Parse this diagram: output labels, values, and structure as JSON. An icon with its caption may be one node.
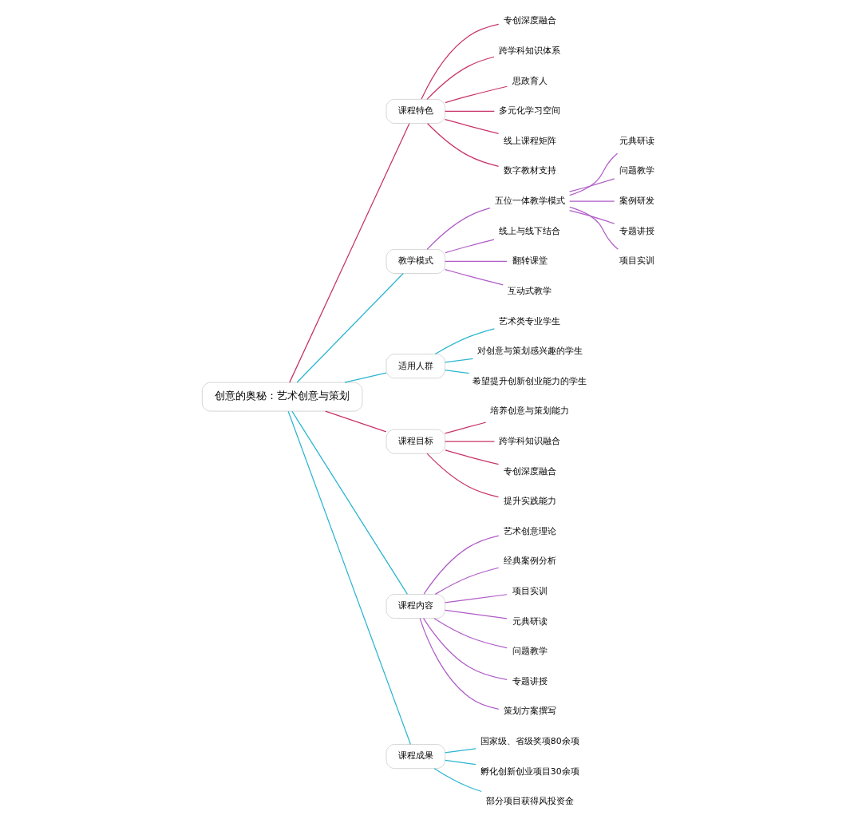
{
  "diagram": {
    "nodes": [
      {
        "text": [
          "创意的奥秘：艺术创意与策划"
        ]
      },
      {
        "text": [
          "课程特色"
        ]
      },
      {
        "text": [
          "专创深度融合"
        ]
      },
      {
        "text": [
          "跨学科知识体系"
        ]
      },
      {
        "text": [
          "思政育人"
        ]
      },
      {
        "text": [
          "多元化学习空间"
        ]
      },
      {
        "text": [
          "线上课程矩阵"
        ]
      },
      {
        "text": [
          "数字教材支持"
        ]
      },
      {
        "text": [
          "教学模式"
        ]
      },
      {
        "text": [
          "五位一体教学模式"
        ]
      },
      {
        "text": [
          "元典研读"
        ]
      },
      {
        "text": [
          "问题教学"
        ]
      },
      {
        "text": [
          "案例研发"
        ]
      },
      {
        "text": [
          "专题讲授"
        ]
      },
      {
        "text": [
          "项目实训"
        ]
      },
      {
        "text": [
          "线上与线下结合"
        ]
      },
      {
        "text": [
          "翻转课堂"
        ]
      },
      {
        "text": [
          "互动式教学"
        ]
      },
      {
        "text": [
          "适用人群"
        ]
      },
      {
        "text": [
          "艺术类专业学生"
        ]
      },
      {
        "text": [
          "对创意与策划感兴趣的学生"
        ]
      },
      {
        "text": [
          "希望提升创新创业能力的学生"
        ]
      },
      {
        "text": [
          "课程目标"
        ]
      },
      {
        "text": [
          "培养创意与策划能力"
        ]
      },
      {
        "text": [
          "跨学科知识融合"
        ]
      },
      {
        "text": [
          "专创深度融合"
        ]
      },
      {
        "text": [
          "提升实践能力"
        ]
      },
      {
        "text": [
          "课程内容"
        ]
      },
      {
        "text": [
          "艺术创意理论"
        ]
      },
      {
        "text": [
          "经典案例分析"
        ]
      },
      {
        "text": [
          "项目实训"
        ]
      },
      {
        "text": [
          "元典研读"
        ]
      },
      {
        "text": [
          "问题教学"
        ]
      },
      {
        "text": [
          "专题讲授"
        ]
      },
      {
        "text": [
          "策划方案撰写"
        ]
      },
      {
        "text": [
          "课程成果"
        ]
      },
      {
        "text": [
          "国家级、省级奖项80余项"
        ]
      },
      {
        "text": [
          "孵化创新创业项目30余项"
        ]
      },
      {
        "text": [
          "部分项目获得风投资金"
        ]
      }
    ],
    "edges": [
      {
        "from": 0,
        "to": 1,
        "arrow": "none",
        "color": "#c8336a"
      },
      {
        "from": 1,
        "to": 2,
        "arrow": "none",
        "color": "#c8336a"
      },
      {
        "from": 1,
        "to": 3,
        "arrow": "none",
        "color": "#c8336a"
      },
      {
        "from": 1,
        "to": 4,
        "arrow": "none",
        "color": "#c8336a"
      },
      {
        "from": 1,
        "to": 5,
        "arrow": "none",
        "color": "#c8336a"
      },
      {
        "from": 1,
        "to": 6,
        "arrow": "none",
        "color": "#c8336a"
      },
      {
        "from": 1,
        "to": 7,
        "arrow": "none",
        "color": "#c8336a"
      },
      {
        "from": 0,
        "to": 8,
        "arrow": "none",
        "color": "#2bb5d0"
      },
      {
        "from": 8,
        "to": 9,
        "arrow": "none"
      },
      {
        "from": 9,
        "to": 10,
        "arrow": "none"
      },
      {
        "from": 9,
        "to": 11,
        "arrow": "none"
      },
      {
        "from": 9,
        "to": 12,
        "arrow": "none"
      },
      {
        "from": 9,
        "to": 13,
        "arrow": "none"
      },
      {
        "from": 9,
        "to": 14,
        "arrow": "none"
      },
      {
        "from": 8,
        "to": 15,
        "arrow": "none"
      },
      {
        "from": 8,
        "to": 16,
        "arrow": "none"
      },
      {
        "from": 8,
        "to": 17,
        "arrow": "none"
      },
      {
        "from": 0,
        "to": 18,
        "arrow": "none",
        "color": "#2bb5d0"
      },
      {
        "from": 18,
        "to": 19,
        "arrow": "none",
        "color": "#2bb5d0"
      },
      {
        "from": 18,
        "to": 20,
        "arrow": "none",
        "color": "#2bb5d0"
      },
      {
        "from": 18,
        "to": 21,
        "arrow": "none",
        "color": "#2bb5d0"
      },
      {
        "from": 0,
        "to": 22,
        "arrow": "none",
        "color": "#c8336a"
      },
      {
        "from": 22,
        "to": 23,
        "arrow": "none",
        "color": "#c8336a"
      },
      {
        "from": 22,
        "to": 24,
        "arrow": "none",
        "color": "#c8336a"
      },
      {
        "from": 22,
        "to": 25,
        "arrow": "none",
        "color": "#c8336a"
      },
      {
        "from": 22,
        "to": 26,
        "arrow": "none",
        "color": "#c8336a"
      },
      {
        "from": 0,
        "to": 27,
        "arrow": "none",
        "color": "#2bb5d0"
      },
      {
        "from": 27,
        "to": 28,
        "arrow": "none"
      },
      {
        "from": 27,
        "to": 29,
        "arrow": "none"
      },
      {
        "from": 27,
        "to": 30,
        "arrow": "none"
      },
      {
        "from": 27,
        "to": 31,
        "arrow": "none"
      },
      {
        "from": 27,
        "to": 32,
        "arrow": "none"
      },
      {
        "from": 27,
        "to": 33,
        "arrow": "none"
      },
      {
        "from": 27,
        "to": 34,
        "arrow": "none"
      },
      {
        "from": 0,
        "to": 35,
        "arrow": "none",
        "color": "#2bb5d0"
      },
      {
        "from": 35,
        "to": 36,
        "arrow": "none",
        "color": "#2bb5d0"
      },
      {
        "from": 35,
        "to": 37,
        "arrow": "none",
        "color": "#2bb5d0"
      },
      {
        "from": 35,
        "to": 38,
        "arrow": "none",
        "color": "#2bb5d0"
      }
    ]
  }
}
